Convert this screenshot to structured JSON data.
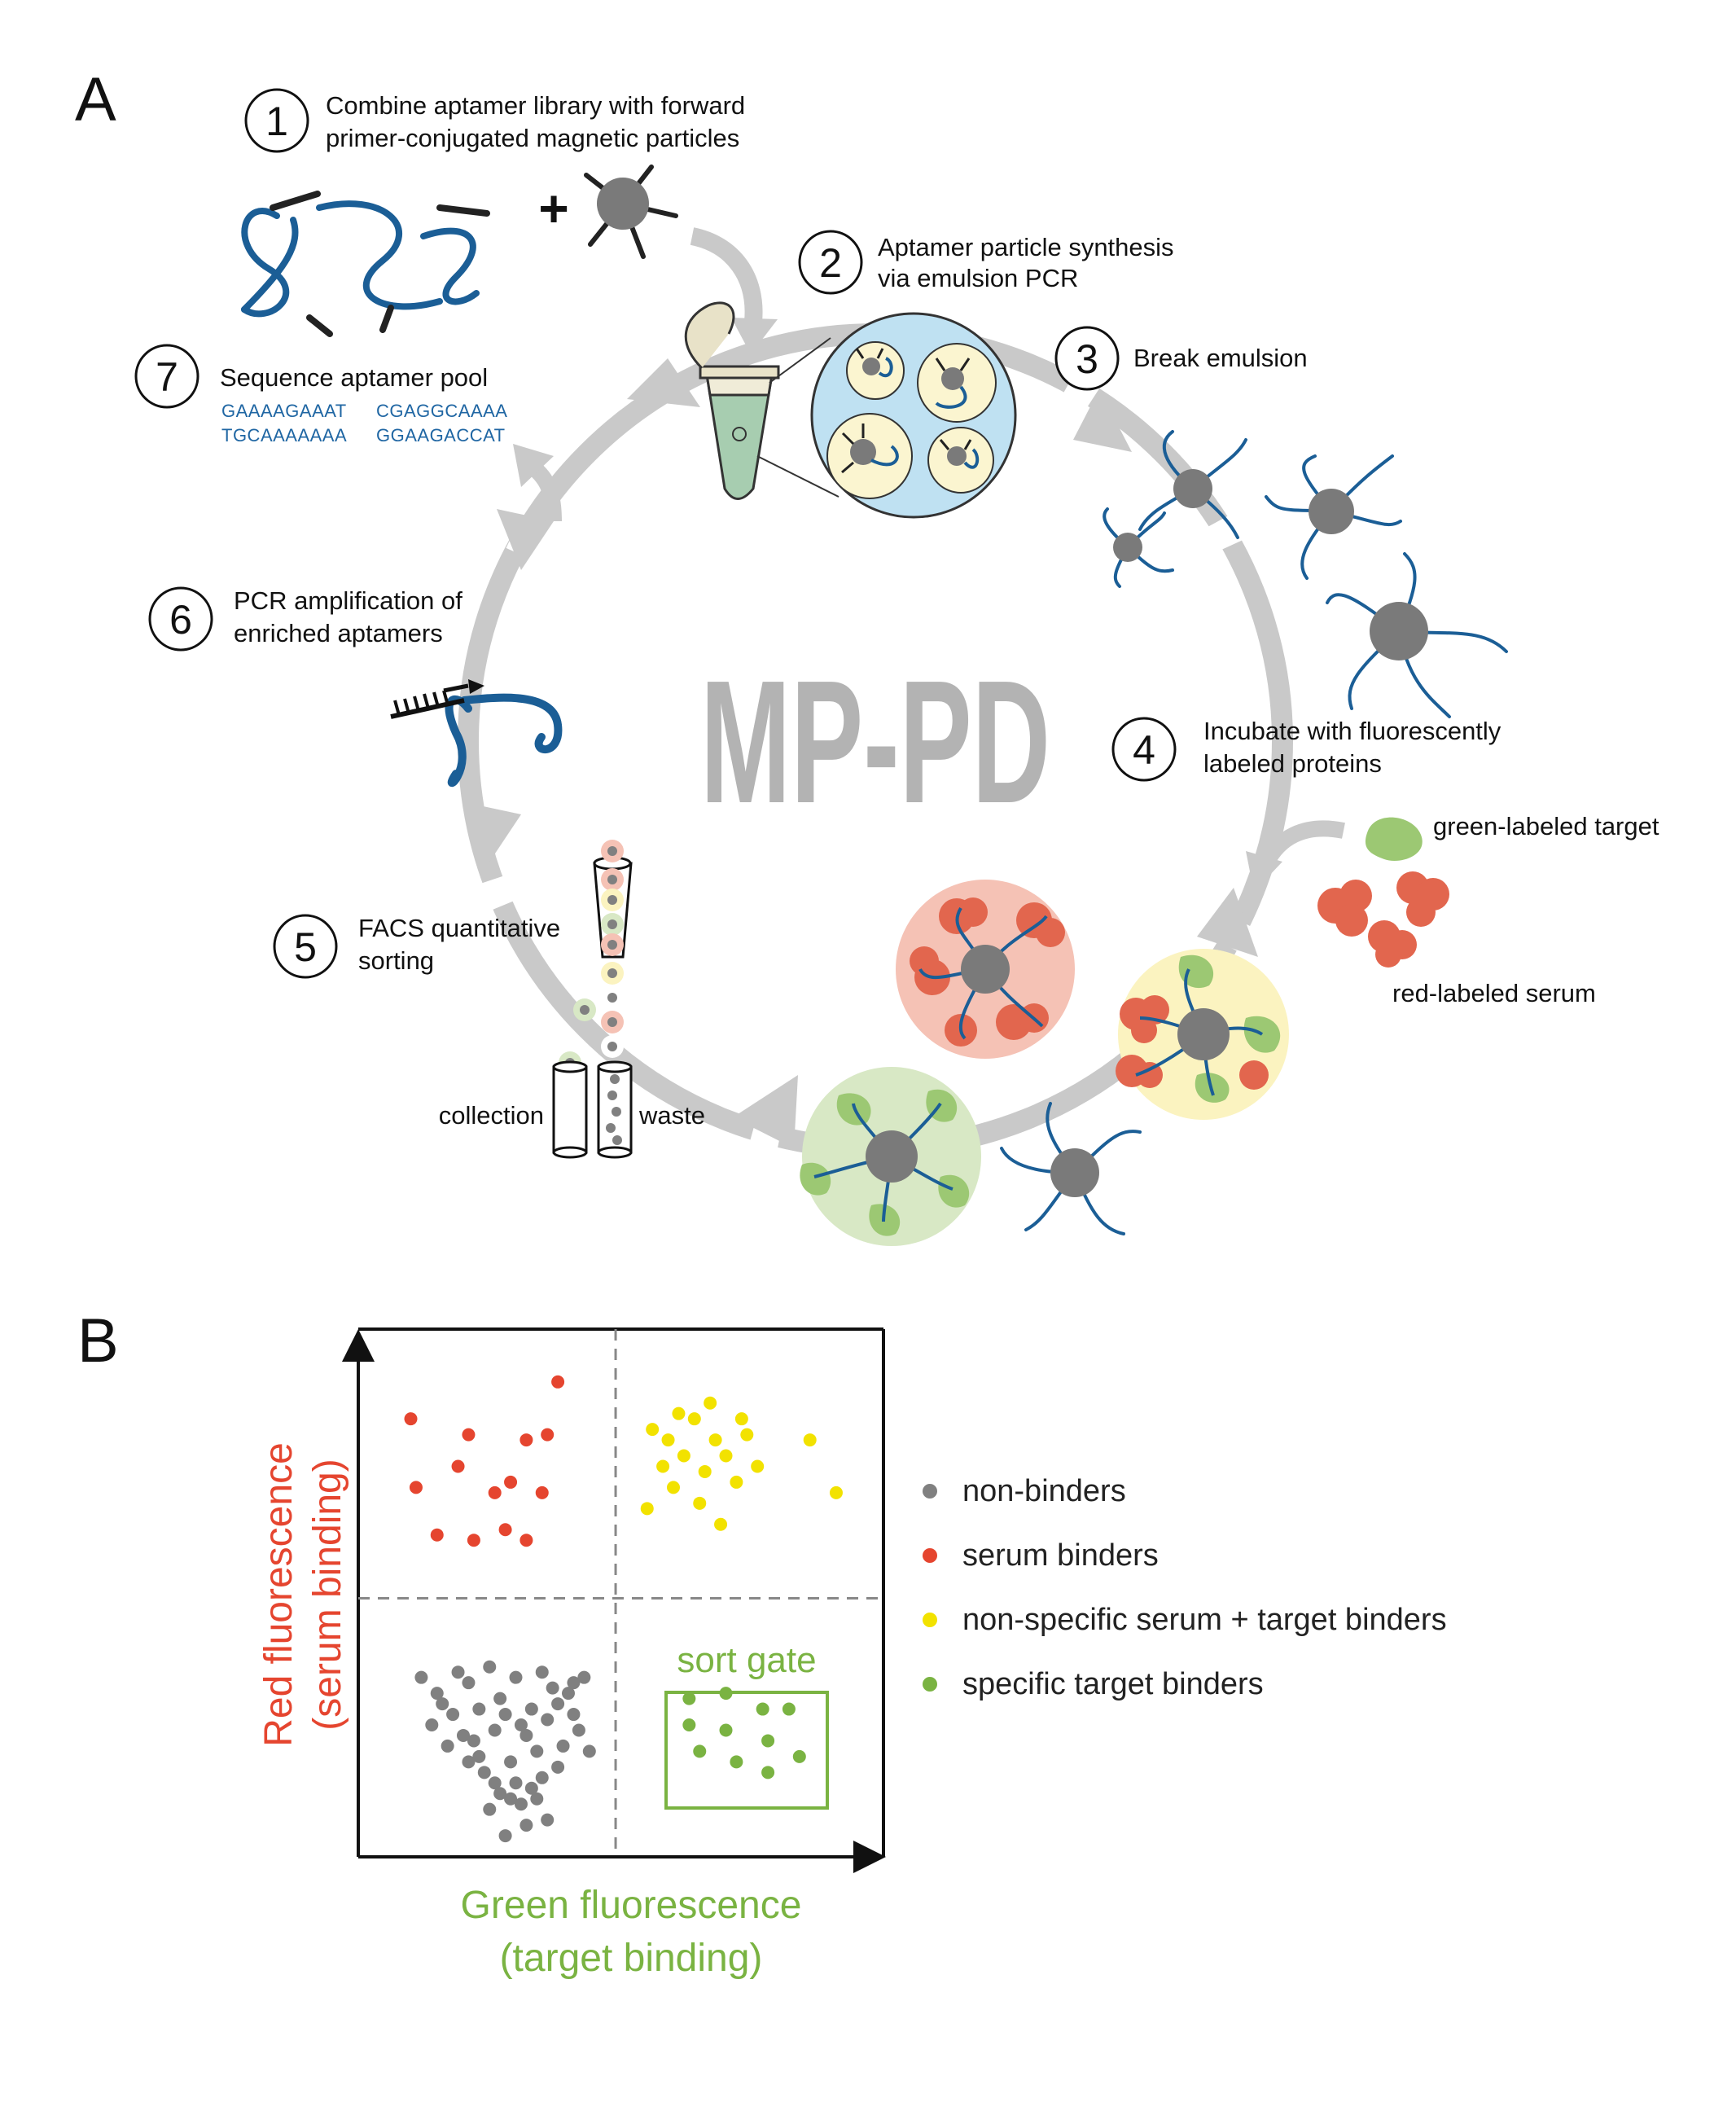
{
  "panels": {
    "a": "A",
    "b": "B"
  },
  "center_title": "MP-PD",
  "steps": [
    {
      "num": "1",
      "line1": "Combine aptamer library with forward",
      "line2": "primer-conjugated magnetic particles"
    },
    {
      "num": "2",
      "line1": "Aptamer particle synthesis",
      "line2": "via emulsion PCR"
    },
    {
      "num": "3",
      "line1": "Break emulsion",
      "line2": ""
    },
    {
      "num": "4",
      "line1": "Incubate with fluorescently",
      "line2": "labeled proteins"
    },
    {
      "num": "5",
      "line1": "FACS quantitative",
      "line2": "sorting"
    },
    {
      "num": "6",
      "line1": "PCR amplification of",
      "line2": "enriched aptamers"
    },
    {
      "num": "7",
      "line1": "Sequence aptamer pool",
      "line2": ""
    }
  ],
  "sequences": [
    "GAAAAGAAAT",
    "CGAGGCAAAA",
    "TGCAAAAAAA",
    "GGAAGACCAT"
  ],
  "plus_sign": "+",
  "labels": {
    "green_target": "green-labeled target",
    "red_serum": "red-labeled serum",
    "collection": "collection",
    "waste": "waste"
  },
  "colors": {
    "arrow_gray": "#c9c9c9",
    "strand_blue": "#1b5e96",
    "red": "#e5452f",
    "yellow": "#f2e200",
    "green": "#7ab342",
    "gray": "#808080"
  },
  "chart_data": {
    "type": "scatter",
    "xlabel": [
      "Green fluorescence",
      "(target binding)"
    ],
    "ylabel": [
      "Red fluorescence",
      "(serum binding)"
    ],
    "gate_label": "sort gate",
    "xlim": [
      0,
      1
    ],
    "ylim": [
      0,
      1
    ],
    "quadrant_dividers": {
      "x": 0.49,
      "y": 0.49
    },
    "series": [
      {
        "name": "non-binders",
        "color": "#808080",
        "x": [
          0.12,
          0.15,
          0.19,
          0.21,
          0.25,
          0.27,
          0.3,
          0.28,
          0.31,
          0.33,
          0.35,
          0.37,
          0.38,
          0.41,
          0.43,
          0.4,
          0.36,
          0.32,
          0.26,
          0.22,
          0.18,
          0.16,
          0.14,
          0.23,
          0.29,
          0.34,
          0.39,
          0.44,
          0.42,
          0.2,
          0.24,
          0.3,
          0.27,
          0.35,
          0.33,
          0.38,
          0.25,
          0.29,
          0.31,
          0.36,
          0.21,
          0.17,
          0.41,
          0.32,
          0.26,
          0.28,
          0.34,
          0.23
        ],
        "y": [
          0.34,
          0.31,
          0.35,
          0.33,
          0.36,
          0.3,
          0.34,
          0.27,
          0.25,
          0.28,
          0.35,
          0.32,
          0.29,
          0.33,
          0.34,
          0.31,
          0.26,
          0.23,
          0.24,
          0.22,
          0.27,
          0.29,
          0.25,
          0.19,
          0.18,
          0.2,
          0.21,
          0.2,
          0.24,
          0.23,
          0.16,
          0.14,
          0.12,
          0.15,
          0.13,
          0.17,
          0.09,
          0.11,
          0.1,
          0.07,
          0.18,
          0.21,
          0.27,
          0.06,
          0.14,
          0.04,
          0.11,
          0.28
        ]
      },
      {
        "name": "serum binders",
        "color": "#e5452f",
        "x": [
          0.38,
          0.1,
          0.21,
          0.32,
          0.36,
          0.11,
          0.19,
          0.26,
          0.29,
          0.35,
          0.28,
          0.15,
          0.22,
          0.32
        ],
        "y": [
          0.9,
          0.83,
          0.8,
          0.79,
          0.8,
          0.7,
          0.74,
          0.69,
          0.71,
          0.69,
          0.62,
          0.61,
          0.6,
          0.6
        ]
      },
      {
        "name": "non-specific serum + target binders",
        "color": "#f2e200",
        "x": [
          0.67,
          0.61,
          0.64,
          0.56,
          0.73,
          0.59,
          0.68,
          0.74,
          0.86,
          0.62,
          0.7,
          0.58,
          0.66,
          0.76,
          0.72,
          0.6,
          0.55,
          0.65,
          0.69,
          0.91
        ],
        "y": [
          0.86,
          0.84,
          0.83,
          0.81,
          0.83,
          0.79,
          0.79,
          0.8,
          0.79,
          0.76,
          0.76,
          0.74,
          0.73,
          0.74,
          0.71,
          0.7,
          0.66,
          0.67,
          0.63,
          0.69
        ]
      },
      {
        "name": "specific target binders",
        "color": "#7ab342",
        "x": [
          0.63,
          0.7,
          0.77,
          0.82,
          0.63,
          0.7,
          0.78,
          0.65,
          0.72,
          0.84,
          0.78
        ],
        "y": [
          0.3,
          0.31,
          0.28,
          0.28,
          0.25,
          0.24,
          0.22,
          0.2,
          0.18,
          0.19,
          0.16
        ]
      }
    ]
  }
}
